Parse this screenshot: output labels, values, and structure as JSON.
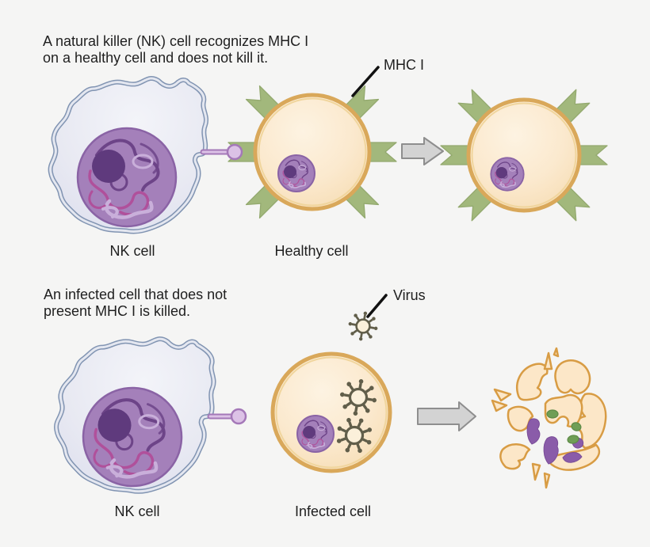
{
  "colors": {
    "background": "#f5f5f4",
    "text": "#1f1f1f",
    "nk-membrane": "#8194b2",
    "nk-membrane-gap": "#e4e7f0",
    "nk-nucleus": "#a480ba",
    "nk-nucleus-edge": "#8a63a5",
    "nucleolus": "#5f3a7d",
    "chromatin-dark": "#6d4488",
    "chromatin-pink": "#b0509b",
    "chromatin-light": "#c9afda",
    "cell-border": "#d9a85a",
    "cell-border-light": "#f0d59d",
    "mhc-green": "#a2b87c",
    "mhc-green-edge": "#93a96e",
    "receptor": "#a478b8",
    "receptor-light": "#dcc2e6",
    "arrow-fill": "#d3d3d3",
    "arrow-edge": "#8e8e8e",
    "virus": "#615e4a",
    "virus-body": "#fbf0da",
    "fragment-fill": "#fce7c8",
    "fragment-edge": "#d89c44",
    "fragment-purple": "#8a5ca9",
    "granule-green": "#6f9e56",
    "pointer-line": "#111111"
  },
  "panels": [
    {
      "caption": [
        "A natural killer (NK) cell recognizes MHC I",
        "on a healthy cell and does not kill it."
      ],
      "nk_label": "NK cell",
      "cell_label": "Healthy cell",
      "callout": "MHC I"
    },
    {
      "caption": [
        "An infected cell that does not",
        "present MHC I is killed."
      ],
      "nk_label": "NK cell",
      "cell_label": "Infected cell",
      "callout": "Virus"
    }
  ]
}
